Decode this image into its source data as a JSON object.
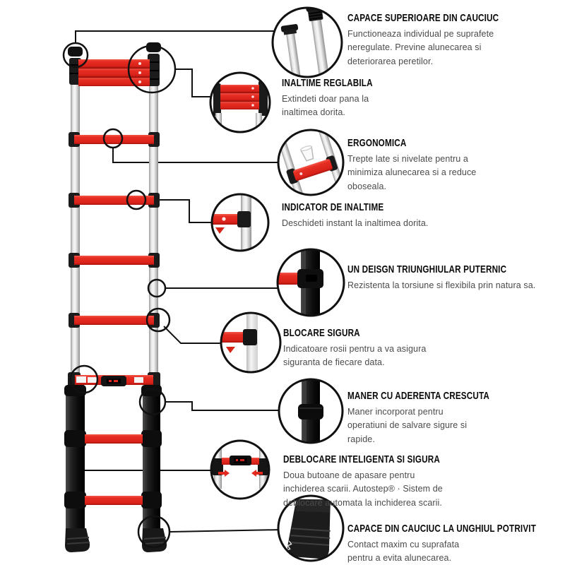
{
  "product": "telescopic-ladder-features-infographic",
  "colors": {
    "accent_red": "#e2291e",
    "dark_red": "#a8130c",
    "black": "#141414",
    "silver": "#d9d9d9",
    "line": "#111111",
    "body_text": "#4b4b4b"
  },
  "callouts": [
    {
      "heading": "CAPACE SUPERIOARE DIN CAUCIUC",
      "body": "Functioneaza individual pe suprafete neregulate. Previne alunecarea si deteriorarea peretilor."
    },
    {
      "heading": "INALTIME REGLABILA",
      "body": "Extindeti doar pana la inaltimea dorita."
    },
    {
      "heading": "ERGONOMICA",
      "body": "Trepte late si nivelate pentru a minimiza alunecarea si a reduce oboseala."
    },
    {
      "heading": "INDICATOR DE INALTIME",
      "body": "Deschideti instant la inaltimea dorita."
    },
    {
      "heading": "UN DEISGN TRIUNGHIULAR PUTERNIC",
      "body": "Rezistenta la torsiune si flexibila prin natura sa."
    },
    {
      "heading": "BLOCARE SIGURA",
      "body": "Indicatoare rosii pentru a va asigura siguranta de fiecare data."
    },
    {
      "heading": "MANER CU ADERENTA CRESCUTA",
      "body": "Maner incorporat pentru operatiuni de salvare sigure si rapide."
    },
    {
      "heading": "DEBLOCARE INTELIGENTA SI SIGURA",
      "body": "Doua butoane de apasare pentru inchiderea scarii. Autostep® · Sistem de deblocare automata la inchiderea scarii."
    },
    {
      "heading": "CAPACE DIN CAUCIUC LA UNGHIUL POTRIVIT",
      "body": "Contact maxim cu suprafata pentru a evita alunecarea."
    }
  ]
}
